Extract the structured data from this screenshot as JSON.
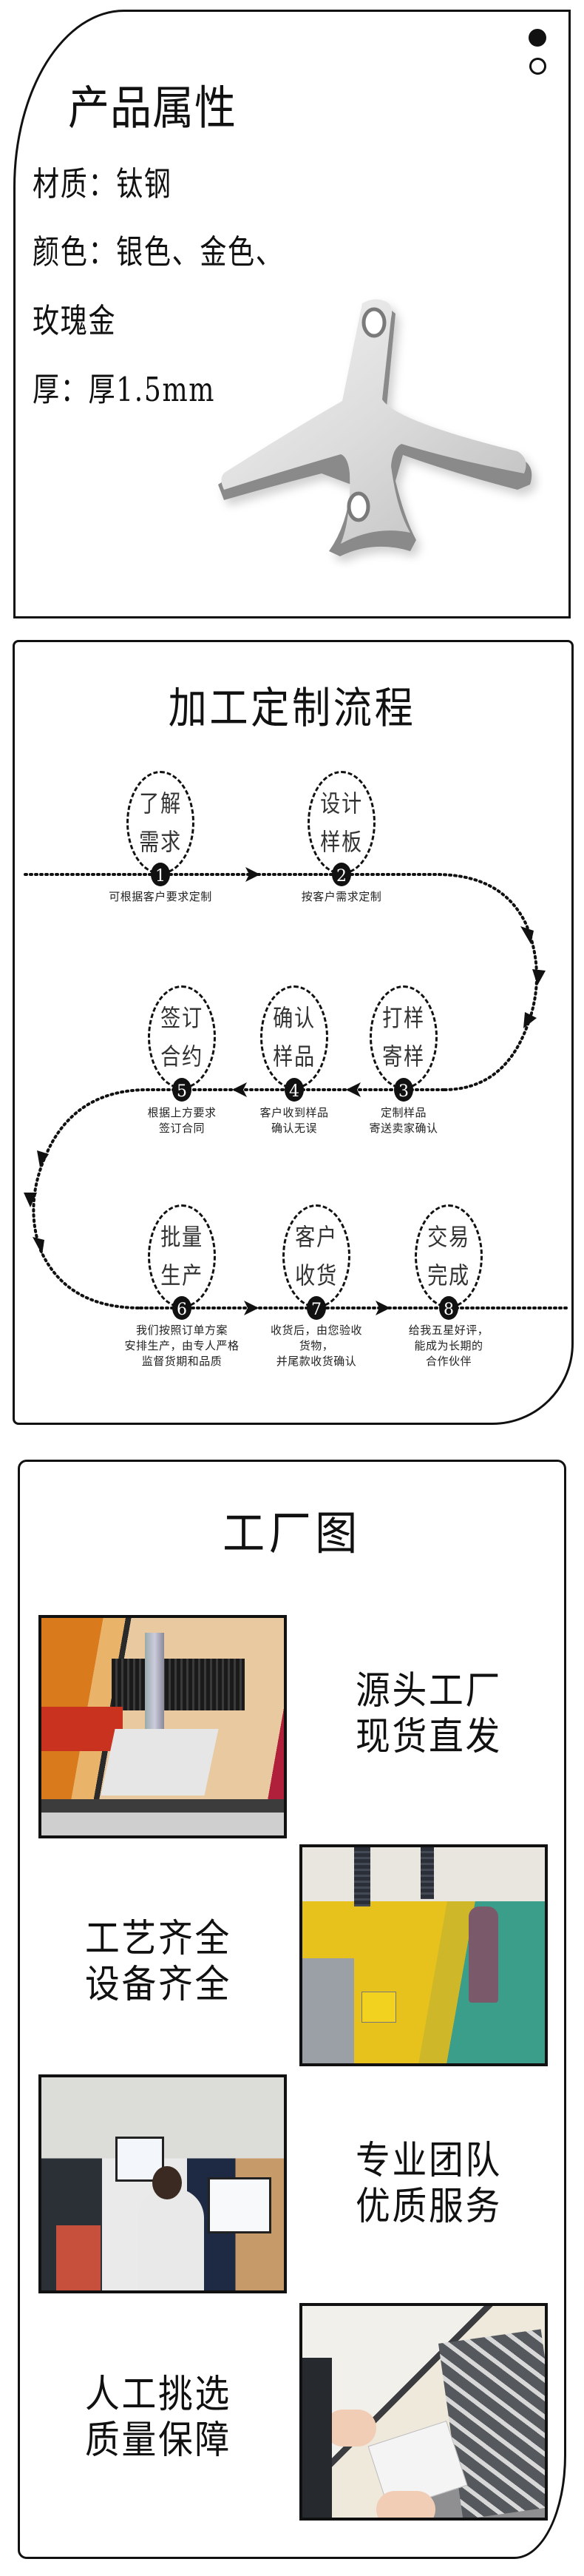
{
  "attributes": {
    "title": "产品属性",
    "lines": [
      "材质：钛钢",
      "颜色：银色、金色、",
      "玫瑰金",
      "厚：厚1.5mm"
    ],
    "image_alt": "Silver stainless steel airplane charm with two holes"
  },
  "process": {
    "title": "加工定制流程",
    "steps": [
      {
        "num": "1",
        "name_l1": "了解",
        "name_l2": "需求",
        "desc": "可根据客户要求定制"
      },
      {
        "num": "2",
        "name_l1": "设计",
        "name_l2": "样板",
        "desc": "按客户需求定制"
      },
      {
        "num": "3",
        "name_l1": "打样",
        "name_l2": "寄样",
        "desc": "定制样品\n寄送卖家确认"
      },
      {
        "num": "4",
        "name_l1": "确认",
        "name_l2": "样品",
        "desc": "客户收到样品\n确认无误"
      },
      {
        "num": "5",
        "name_l1": "签订",
        "name_l2": "合约",
        "desc": "根据上方要求\n签订合同"
      },
      {
        "num": "6",
        "name_l1": "批量",
        "name_l2": "生产",
        "desc": "我们按照订单方案\n安排生产，由专人严格\n监督货期和品质"
      },
      {
        "num": "7",
        "name_l1": "客户",
        "name_l2": "收货",
        "desc": "收货后，由您验收\n货物，\n并尾款收货确认"
      },
      {
        "num": "8",
        "name_l1": "交易",
        "name_l2": "完成",
        "desc": "给我五星好评，\n能成为长期的\n合作伙伴"
      }
    ]
  },
  "factory": {
    "title": "工厂图",
    "items": [
      {
        "caption": "源头工厂\n现货直发",
        "photo": "Laser cutting machine with orange safety panels"
      },
      {
        "caption": "工艺齐全\n设备齐全",
        "photo": "Row of yellow production machines with worker"
      },
      {
        "caption": "专业团队\n优质服务",
        "photo": "Office team working at computers"
      },
      {
        "caption": "人工挑选\n质量保障",
        "photo": "Hands packing metal tags into plastic bags"
      }
    ]
  },
  "colors": {
    "ink": "#111111",
    "background": "#ffffff"
  }
}
